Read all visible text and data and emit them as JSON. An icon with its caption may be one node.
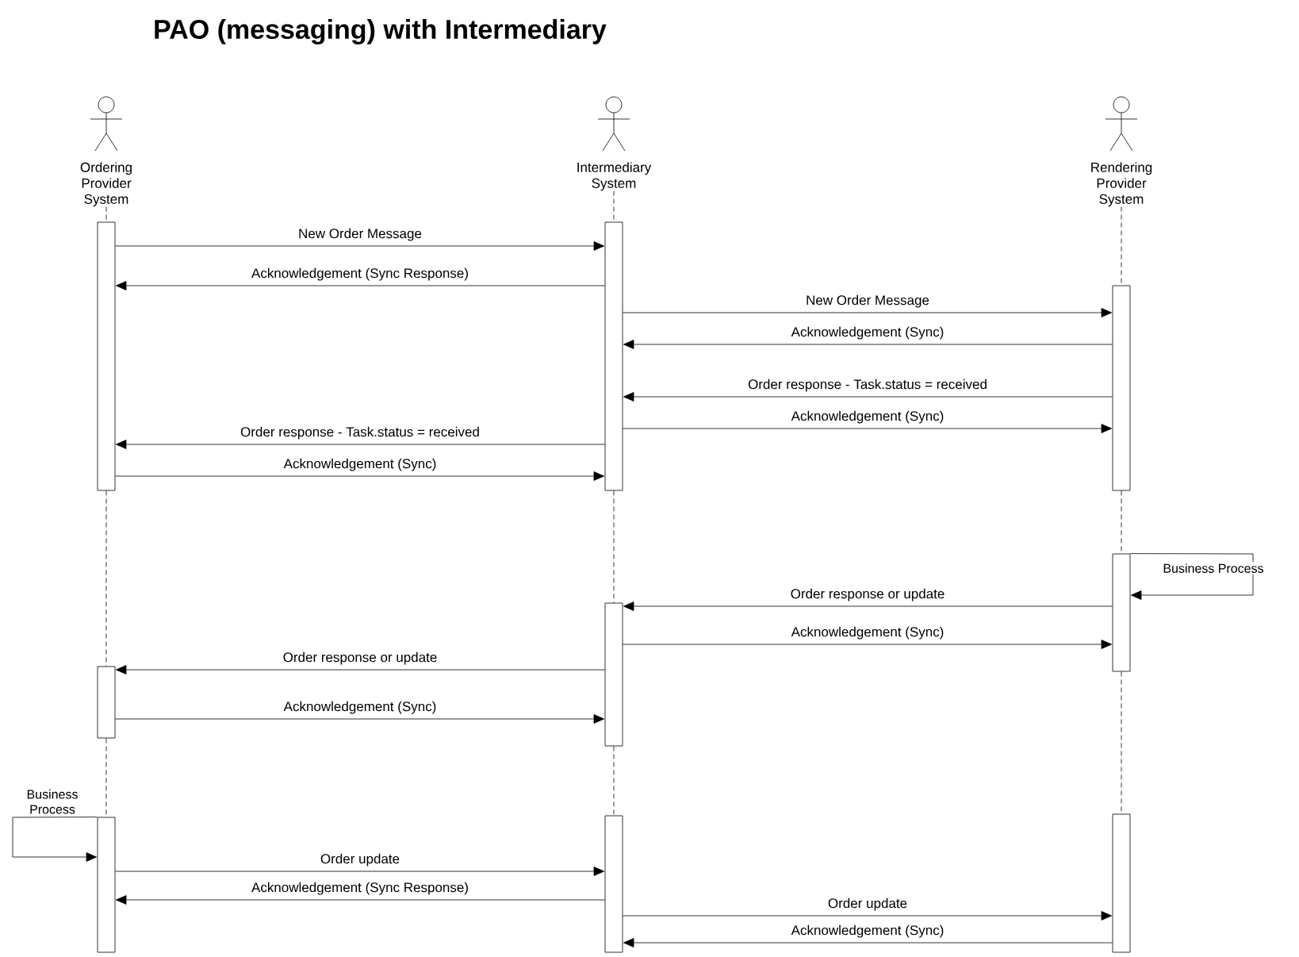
{
  "diagram": {
    "title": "PAO (messaging) with Intermediary",
    "nodes": [
      {
        "text": [
          "Ordering Provider System"
        ]
      },
      {
        "text": [
          "Intermediary System"
        ]
      },
      {
        "text": [
          "Rendering Provider System"
        ]
      },
      {
        "text": [],
        "shape": "bar"
      },
      {
        "text": [],
        "shape": "bar"
      },
      {
        "text": [],
        "shape": "bar"
      },
      {
        "text": [],
        "shape": "bar"
      },
      {
        "text": [],
        "shape": "bar"
      },
      {
        "text": [],
        "shape": "bar"
      },
      {
        "text": [],
        "shape": "bar"
      },
      {
        "text": [],
        "shape": "bar"
      },
      {
        "text": [],
        "shape": "bar"
      }
    ],
    "edges": [
      {
        "from": 3,
        "to": 4,
        "arrow": "to",
        "label": "New Order Message"
      },
      {
        "from": 4,
        "to": 3,
        "arrow": "to",
        "label": "Acknowledgement (Sync Response)"
      },
      {
        "from": 4,
        "to": 5,
        "arrow": "to",
        "label": "New Order Message"
      },
      {
        "from": 5,
        "to": 4,
        "arrow": "to",
        "label": "Acknowledgement (Sync)"
      },
      {
        "from": 5,
        "to": 4,
        "arrow": "to",
        "label": "Order response - Task.status = received"
      },
      {
        "from": 4,
        "to": 5,
        "arrow": "to",
        "label": "Acknowledgement (Sync)"
      },
      {
        "from": 4,
        "to": 3,
        "arrow": "to",
        "label": "Order response - Task.status = received"
      },
      {
        "from": 3,
        "to": 4,
        "arrow": "to",
        "label": "Acknowledgement (Sync)"
      },
      {
        "from": 6,
        "to": 6,
        "arrow": "to",
        "label": "Business Process"
      },
      {
        "from": 6,
        "to": 7,
        "arrow": "to",
        "label": "Order response or update"
      },
      {
        "from": 7,
        "to": 6,
        "arrow": "to",
        "label": "Acknowledgement (Sync)"
      },
      {
        "from": 7,
        "to": 8,
        "arrow": "to",
        "label": "Order response or update"
      },
      {
        "from": 8,
        "to": 7,
        "arrow": "to",
        "label": "Acknowledgement (Sync)"
      },
      {
        "from": 9,
        "to": 9,
        "arrow": "to",
        "label": "Business Process"
      },
      {
        "from": 9,
        "to": 10,
        "arrow": "to",
        "label": "Order update"
      },
      {
        "from": 10,
        "to": 9,
        "arrow": "to",
        "label": "Acknowledgement (Sync Response)"
      },
      {
        "from": 10,
        "to": 11,
        "arrow": "to",
        "label": "Order update"
      },
      {
        "from": 11,
        "to": 10,
        "arrow": "to",
        "label": "Acknowledgement (Sync)"
      },
      {
        "from": 0,
        "to": 3,
        "arrow": "none",
        "style": "dashed"
      },
      {
        "from": 3,
        "to": 8,
        "arrow": "none",
        "style": "dashed"
      },
      {
        "from": 8,
        "to": 9,
        "arrow": "none",
        "style": "dashed"
      },
      {
        "from": 1,
        "to": 4,
        "arrow": "none",
        "style": "dashed"
      },
      {
        "from": 4,
        "to": 7,
        "arrow": "none",
        "style": "dashed"
      },
      {
        "from": 7,
        "to": 10,
        "arrow": "none",
        "style": "dashed"
      },
      {
        "from": 2,
        "to": 5,
        "arrow": "none",
        "style": "dashed"
      },
      {
        "from": 5,
        "to": 6,
        "arrow": "none",
        "style": "dashed"
      },
      {
        "from": 6,
        "to": 11,
        "arrow": "none",
        "style": "dashed"
      }
    ]
  }
}
